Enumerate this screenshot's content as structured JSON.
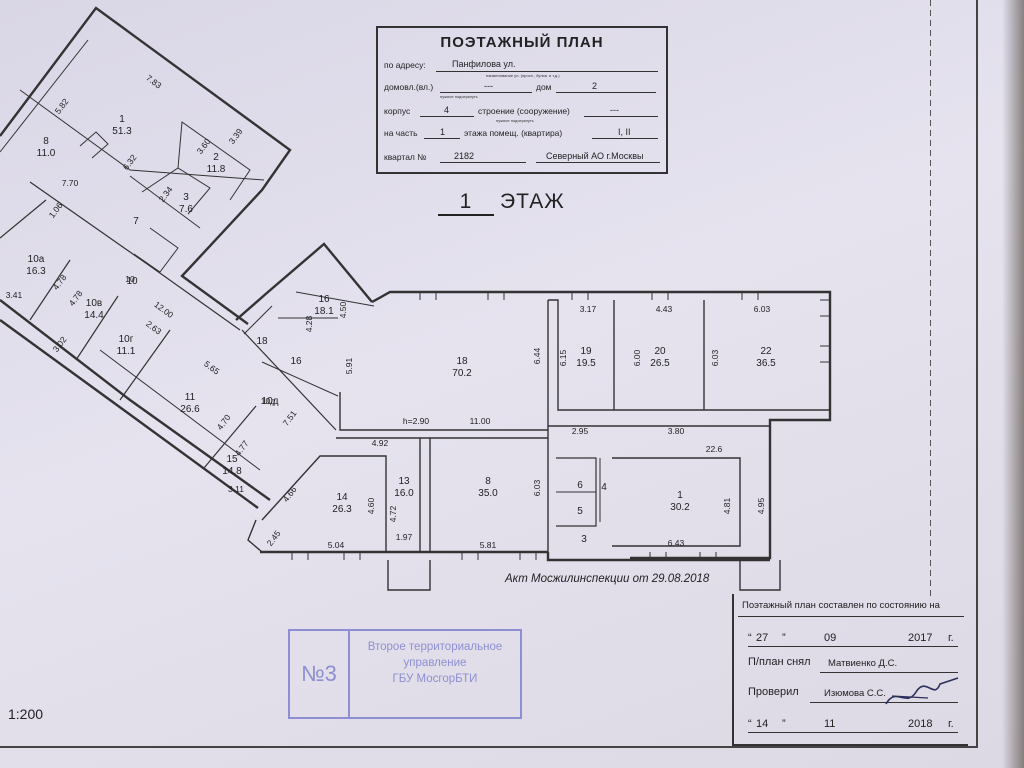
{
  "header": {
    "title": "ПОЭТАЖНЫЙ ПЛАН",
    "address_label": "по адресу:",
    "address_value": "Панфилова ул.",
    "address_note": "наименование ул. (просп., бульв. и т.д.)",
    "domovl_label": "домовл.(вл.)",
    "domovl_value": "---",
    "domovl_note": "нужное подчеркнуть",
    "dom_label": "дом",
    "dom_value": "2",
    "korpus_label": "корпус",
    "korpus_value": "4",
    "stroenie_label": "строение (сооружение)",
    "stroenie_value": "---",
    "stroenie_note": "нужное подчеркнуть",
    "chast_label": "на часть",
    "chast_value": "1",
    "etazh_label": "этажа помещ. (квартира)",
    "etazh_value": "I, II",
    "kvartal_label": "квартал №",
    "kvartal_value": "2182",
    "okrug_value": "Северный АО г.Москвы"
  },
  "floor": {
    "number": "1",
    "label": "ЭТАЖ"
  },
  "rooms": [
    {
      "num": "1",
      "area": "51.3"
    },
    {
      "num": "2",
      "area": "11.8"
    },
    {
      "num": "3",
      "area": "7.6"
    },
    {
      "num": "7",
      "area": ""
    },
    {
      "num": "8",
      "area": "11.0"
    },
    {
      "num": "10а",
      "area": "16.3"
    },
    {
      "num": "10в",
      "area": "14.4"
    },
    {
      "num": "10г",
      "area": "11.1"
    },
    {
      "num": "10",
      "area": ""
    },
    {
      "num": "11",
      "area": "26.6"
    },
    {
      "num": "10д",
      "area": ""
    },
    {
      "num": "15",
      "area": "14.8"
    },
    {
      "num": "14",
      "area": "26.3"
    },
    {
      "num": "13",
      "area": "16.0"
    },
    {
      "num": "8",
      "area": "35.0"
    },
    {
      "num": "16",
      "area": "18.1"
    },
    {
      "num": "18",
      "area": ""
    },
    {
      "num": "16",
      "area": ""
    },
    {
      "num": "18",
      "area": "70.2"
    },
    {
      "num": "19",
      "area": "19.5"
    },
    {
      "num": "20",
      "area": "26.5"
    },
    {
      "num": "22",
      "area": "36.5"
    },
    {
      "num": "1",
      "area": "30.2"
    },
    {
      "num": "6",
      "area": ""
    },
    {
      "num": "5",
      "area": ""
    },
    {
      "num": "4",
      "area": ""
    },
    {
      "num": "3",
      "area": ""
    }
  ],
  "dims": [
    "5.82",
    "7.83",
    "6.32",
    "7.70",
    "3.60",
    "3.39",
    "2.34",
    "1.06",
    "4.78",
    "4.78",
    "3.41",
    "10",
    "12.00",
    "3.02",
    "2.63",
    "5.65",
    "4.70",
    "10д",
    "7.51",
    "4.77",
    "3.11",
    "4.66",
    "2.45",
    "4.92",
    "4.60",
    "4.72",
    "5.04",
    "1.97",
    "5.81",
    "6.03",
    "h=2.90",
    "11.00",
    "6.44",
    "5.91",
    "4.28",
    "4.50",
    "3.17",
    "4.43",
    "6.03",
    "6.15",
    "6.00",
    "6.03",
    "2.95",
    "3.80",
    "22.6",
    "4.81",
    "4.95",
    "6.43"
  ],
  "act_text": "Акт Мосжилинспекции от 29.08.2018",
  "scale": "1:200",
  "blue_stamp": {
    "number": "№3",
    "line1": "Второе территориальное",
    "line2": "управление",
    "line3": "ГБУ МосгорБТИ"
  },
  "certification": {
    "line1": "Поэтажный план составлен по состоянию на",
    "date1_day": "27",
    "date1_month": "09",
    "date1_year": "2017",
    "g1": "г.",
    "plan_took_label": "П/план снял",
    "plan_took_name": "Матвиенко Д.С.",
    "checked_label": "Проверил",
    "checked_name": "Изюмова С.С.",
    "date2_day": "14",
    "date2_month": "11",
    "date2_year": "2018",
    "g2": "г."
  }
}
